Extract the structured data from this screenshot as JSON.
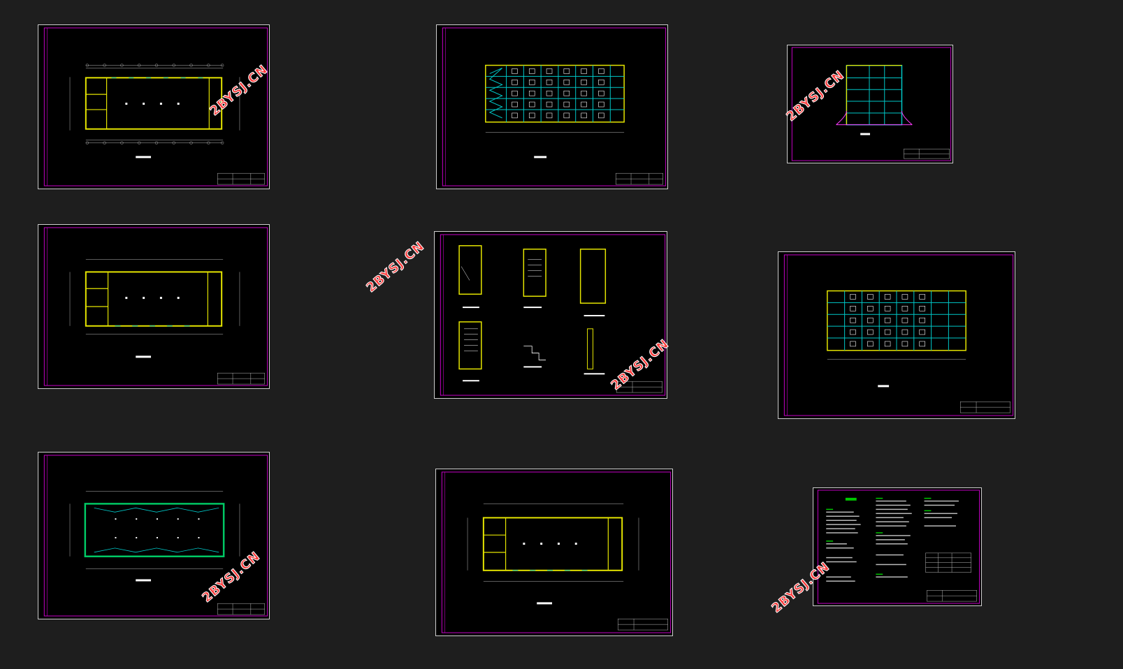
{
  "canvas": {
    "background": "#1e1e1e",
    "sheet_border_color": "#d0d0d0",
    "frame_color": "#c800c8",
    "wall_color": "#e6e600",
    "grid_color": "#d0d0d0",
    "window_color": "#00c8c8",
    "green_color": "#00c800"
  },
  "watermark": {
    "text": "2BYSJ.CN",
    "color": "#ff3b3b"
  },
  "sheets": [
    {
      "id": "floor-plan-1",
      "kind": "plan"
    },
    {
      "id": "elevation-front",
      "kind": "elevation"
    },
    {
      "id": "section-side",
      "kind": "section"
    },
    {
      "id": "floor-plan-2",
      "kind": "plan"
    },
    {
      "id": "stair-details",
      "kind": "details"
    },
    {
      "id": "elevation-rear",
      "kind": "elevation"
    },
    {
      "id": "roof-plan",
      "kind": "roof"
    },
    {
      "id": "floor-plan-3",
      "kind": "plan"
    },
    {
      "id": "design-notes",
      "kind": "notes"
    }
  ]
}
